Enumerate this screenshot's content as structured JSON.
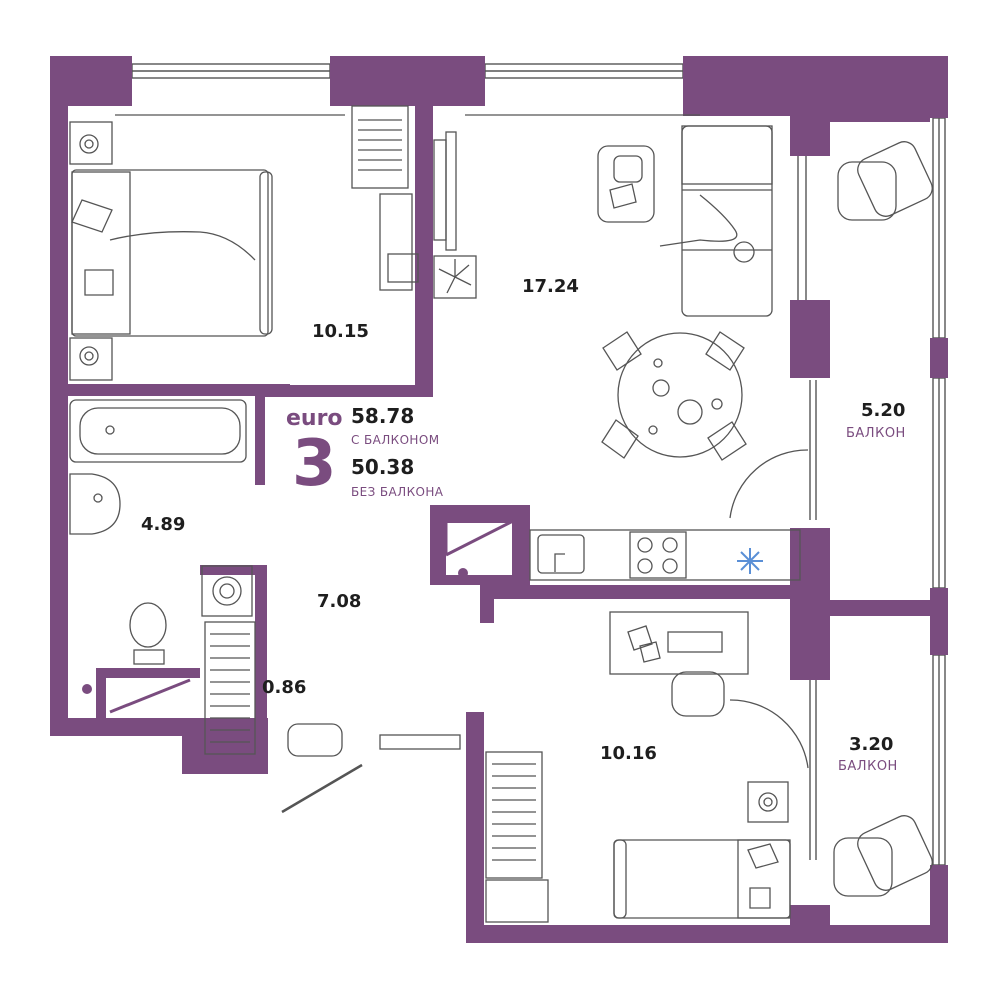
{
  "colors": {
    "wall": "#7a4c7f",
    "line": "#555555",
    "text": "#1e1e1e",
    "accent": "#7a4c7f",
    "frost": "#5a8fd6"
  },
  "summary": {
    "euro": "euro",
    "rooms": "3",
    "area_with_balcony": "58.78",
    "with_balcony_label": "С БАЛКОНОМ",
    "area_without_balcony": "50.38",
    "without_balcony_label": "БЕЗ БАЛКОНА"
  },
  "rooms": [
    {
      "id": "bedroom-1",
      "area": "10.15"
    },
    {
      "id": "living-kitchen",
      "area": "17.24"
    },
    {
      "id": "balcony-1",
      "area": "5.20",
      "label": "БАЛКОН"
    },
    {
      "id": "bathroom",
      "area": "4.89"
    },
    {
      "id": "hall",
      "area": "7.08"
    },
    {
      "id": "wardrobe",
      "area": "0.86"
    },
    {
      "id": "bedroom-2",
      "area": "10.16"
    },
    {
      "id": "balcony-2",
      "area": "3.20",
      "label": "БАЛКОН"
    }
  ],
  "icons": [
    "bed-icon",
    "sofa-icon",
    "dining-table-icon",
    "bathtub-icon",
    "sink-icon",
    "toilet-icon",
    "washing-machine-icon",
    "stove-icon",
    "fridge-snowflake-icon",
    "armchair-icon",
    "desk-icon",
    "radiator-icon",
    "plant-icon",
    "tv-icon",
    "nightstand-icon",
    "wardrobe-icon",
    "door-icon",
    "window-icon"
  ]
}
